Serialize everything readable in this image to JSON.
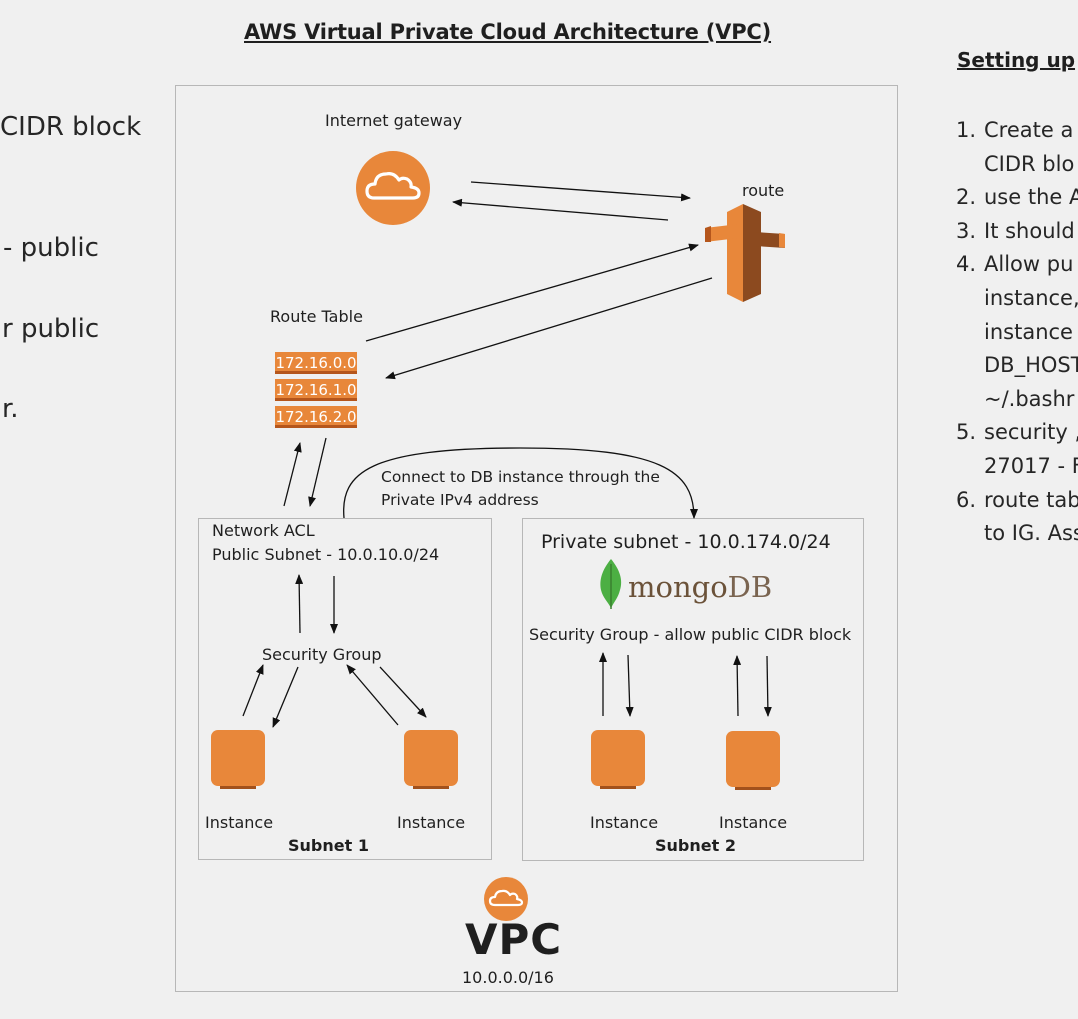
{
  "title": "AWS Virtual Private Cloud Architecture (VPC)",
  "right_panel": {
    "title": "Setting up",
    "steps": [
      {
        "num": "1.",
        "lines": [
          "Create a",
          "CIDR blo"
        ]
      },
      {
        "num": "2.",
        "lines": [
          "use the A"
        ]
      },
      {
        "num": "3.",
        "lines": [
          "It should"
        ]
      },
      {
        "num": "4.",
        "lines": [
          "Allow pu",
          "instance,",
          "instance",
          "DB_HOST",
          "~/.bashr"
        ]
      },
      {
        "num": "5.",
        "lines": [
          "security ,",
          "27017 - F"
        ]
      },
      {
        "num": "6.",
        "lines": [
          "route tab",
          "to IG. Ass"
        ]
      }
    ]
  },
  "left_panel": {
    "fragments": [
      "CIDR block",
      "- public",
      "r public",
      "r."
    ]
  },
  "diagram": {
    "internet_gateway": "Internet gateway",
    "route": "route",
    "route_table": {
      "label": "Route Table",
      "entries": [
        "172.16.0.0",
        "172.16.1.0",
        "172.16.2.0"
      ]
    },
    "connect_note": [
      "Connect to DB instance through  the",
      "Private IPv4 address"
    ],
    "subnet1": {
      "acl": "Network ACL",
      "subnet_label": "Public Subnet - 10.0.10.0/24",
      "security_group": "Security Group",
      "instances": [
        "Instance",
        "Instance"
      ],
      "caption": "Subnet 1"
    },
    "subnet2": {
      "subnet_label": "Private subnet - 10.0.174.0/24",
      "logo_text_a": "mongo",
      "logo_text_b": "DB",
      "security_group": "Security Group - allow public CIDR  block",
      "instances": [
        "Instance",
        "Instance"
      ],
      "caption": "Subnet 2"
    },
    "vpc": {
      "label": "VPC",
      "cidr": "10.0.0.0/16"
    }
  },
  "colors": {
    "aws_orange": "#e8873a",
    "router_dark": "#8c4a1f",
    "mongo_green": "#4caf43",
    "mongo_brown": "#6b5239"
  }
}
